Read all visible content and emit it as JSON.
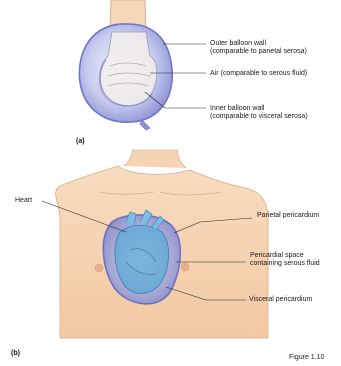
{
  "panel_a": {
    "label": "(a)",
    "outer_wall_line1": "Outer balloon wall",
    "outer_wall_line2": "(comparable to parietal serosa)",
    "air": "Air (comparable to serous fluid)",
    "inner_wall_line1": "Inner balloon wall",
    "inner_wall_line2": "(comparable to visceral serosa)"
  },
  "panel_b": {
    "label": "(b)",
    "heart": "Heart",
    "parietal": "Parietal pericardium",
    "space_line1": "Pericardial space",
    "space_line2": "containing serous fluid",
    "visceral": "Visceral pericardium"
  },
  "figure_number": "Figure 1.10"
}
